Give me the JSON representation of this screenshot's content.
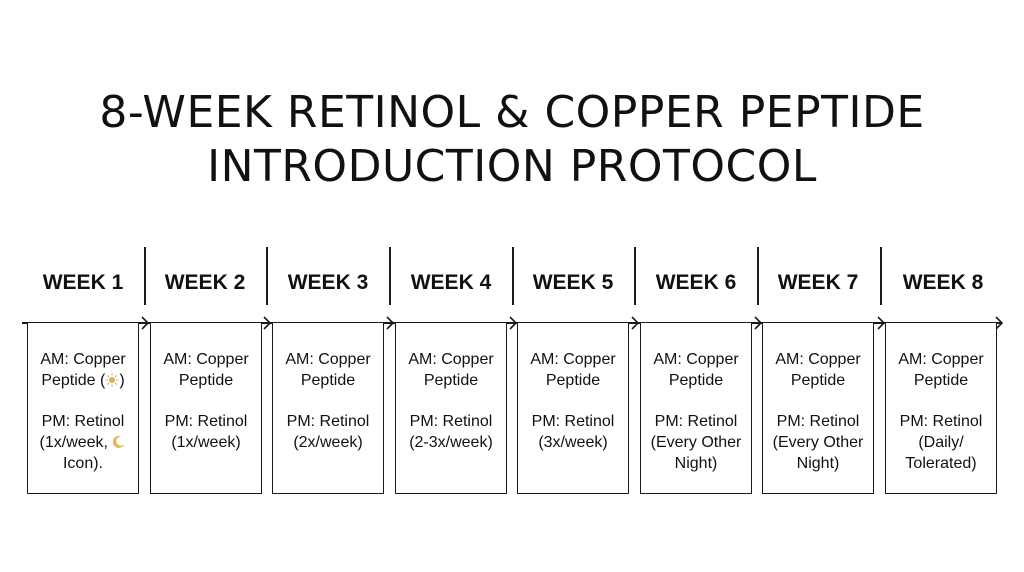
{
  "title": {
    "line1": "8-WEEK RETINOL & COPPER PEPTIDE",
    "line2": "INTRODUCTION PROTOCOL"
  },
  "weeks": [
    {
      "label": "WEEK 1",
      "am": "AM: Copper Peptide (",
      "am_icon": "sun-icon",
      "am_after": ")",
      "pm": "PM: Retinol (1x/week, ",
      "pm_icon": "moon-icon",
      "pm_after": " Icon)."
    },
    {
      "label": "WEEK 2",
      "am": "AM: Copper Peptide",
      "pm": "PM: Retinol (1x/week)"
    },
    {
      "label": "WEEK 3",
      "am": "AM: Copper Peptide",
      "pm": "PM: Retinol (2x/week)"
    },
    {
      "label": "WEEK 4",
      "am": "AM: Copper Peptide",
      "pm": "PM: Retinol (2-3x/week)"
    },
    {
      "label": "WEEK 5",
      "am": "AM: Copper Peptide",
      "pm": "PM: Retinol (3x/week)"
    },
    {
      "label": "WEEK 6",
      "am": "AM: Copper Peptide",
      "pm": "PM: Retinol (Every Other Night)"
    },
    {
      "label": "WEEK 7",
      "am": "AM: Copper Peptide",
      "pm": "PM: Retinol (Every Other Night)"
    },
    {
      "label": "WEEK 8",
      "am": "AM: Copper Peptide",
      "pm": "PM: Retinol (Daily/ Tolerated)"
    }
  ],
  "colors": {
    "ink": "#111111",
    "sun": "#d9b45a",
    "moon": "#e0b85a"
  }
}
